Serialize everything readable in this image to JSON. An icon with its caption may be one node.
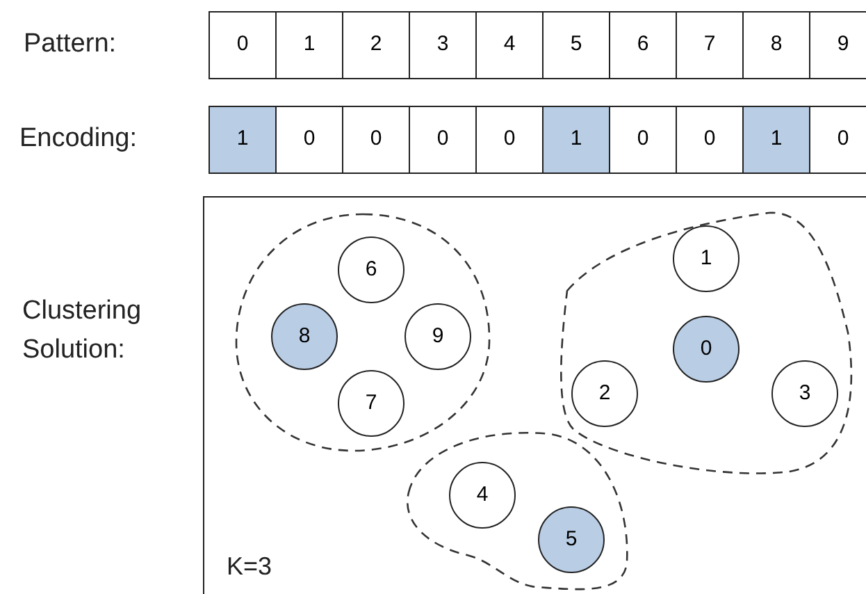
{
  "diagram": {
    "nodes": [
      {
        "text": [
          "0"
        ]
      },
      {
        "text": [
          "1"
        ]
      },
      {
        "text": [
          "2"
        ]
      },
      {
        "text": [
          "3"
        ]
      },
      {
        "text": [
          "4"
        ]
      },
      {
        "text": [
          "5"
        ]
      },
      {
        "text": [
          "6"
        ]
      },
      {
        "text": [
          "7"
        ]
      },
      {
        "text": [
          "8"
        ]
      },
      {
        "text": [
          "9"
        ]
      },
      {
        "text": [
          "1"
        ]
      },
      {
        "text": [
          "0"
        ]
      },
      {
        "text": [
          "0"
        ]
      },
      {
        "text": [
          "0"
        ]
      },
      {
        "text": [
          "0"
        ]
      },
      {
        "text": [
          "1"
        ]
      },
      {
        "text": [
          "0"
        ]
      },
      {
        "text": [
          "0"
        ]
      },
      {
        "text": [
          "1"
        ]
      },
      {
        "text": [
          "0"
        ]
      },
      {
        "text": [
          "Clustering Solution:",
          "K=3"
        ]
      },
      {
        "text": [],
        "shape": "blob",
        "in": 20
      },
      {
        "text": [
          "6"
        ],
        "in": 21
      },
      {
        "text": [
          "8"
        ],
        "in": 21
      },
      {
        "text": [
          "9"
        ],
        "in": 21
      },
      {
        "text": [
          "7"
        ],
        "in": 21
      },
      {
        "text": [],
        "shape": "blob",
        "in": 20
      },
      {
        "text": [
          "1"
        ],
        "in": 26
      },
      {
        "text": [
          "0"
        ],
        "in": 26
      },
      {
        "text": [
          "2"
        ],
        "in": 26
      },
      {
        "text": [
          "3"
        ],
        "in": 26
      },
      {
        "text": [],
        "shape": "blob",
        "in": 20
      },
      {
        "text": [
          "4"
        ],
        "in": 31
      },
      {
        "text": [
          "5"
        ],
        "in": 31
      }
    ],
    "labels": [
      "Pattern:",
      "Encoding:"
    ]
  }
}
